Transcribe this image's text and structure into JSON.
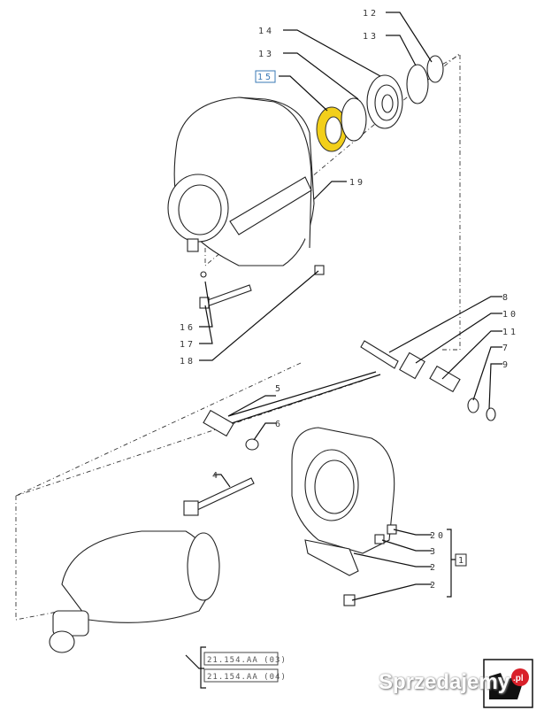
{
  "callouts": {
    "c12": "12",
    "c13a": "13",
    "c14": "14",
    "c13b": "13",
    "c15": "15",
    "c19": "19",
    "c16": "16",
    "c17": "17",
    "c18": "18",
    "c8": "8",
    "c10": "10",
    "c11": "11",
    "c7": "7",
    "c9": "9",
    "c5": "5",
    "c6": "6",
    "c4": "4",
    "c20": "20",
    "c3": "3",
    "c2a": "2",
    "c2b": "2",
    "c1": "1"
  },
  "references": [
    "21.154.AA (03)",
    "21.154.AA (04)"
  ],
  "watermark": "Sprzedajemy",
  "logo_text": ".pl",
  "colors": {
    "highlight": "#f2cf1a",
    "selected_box": "#3a78b5",
    "logo_red": "#d9202a"
  }
}
